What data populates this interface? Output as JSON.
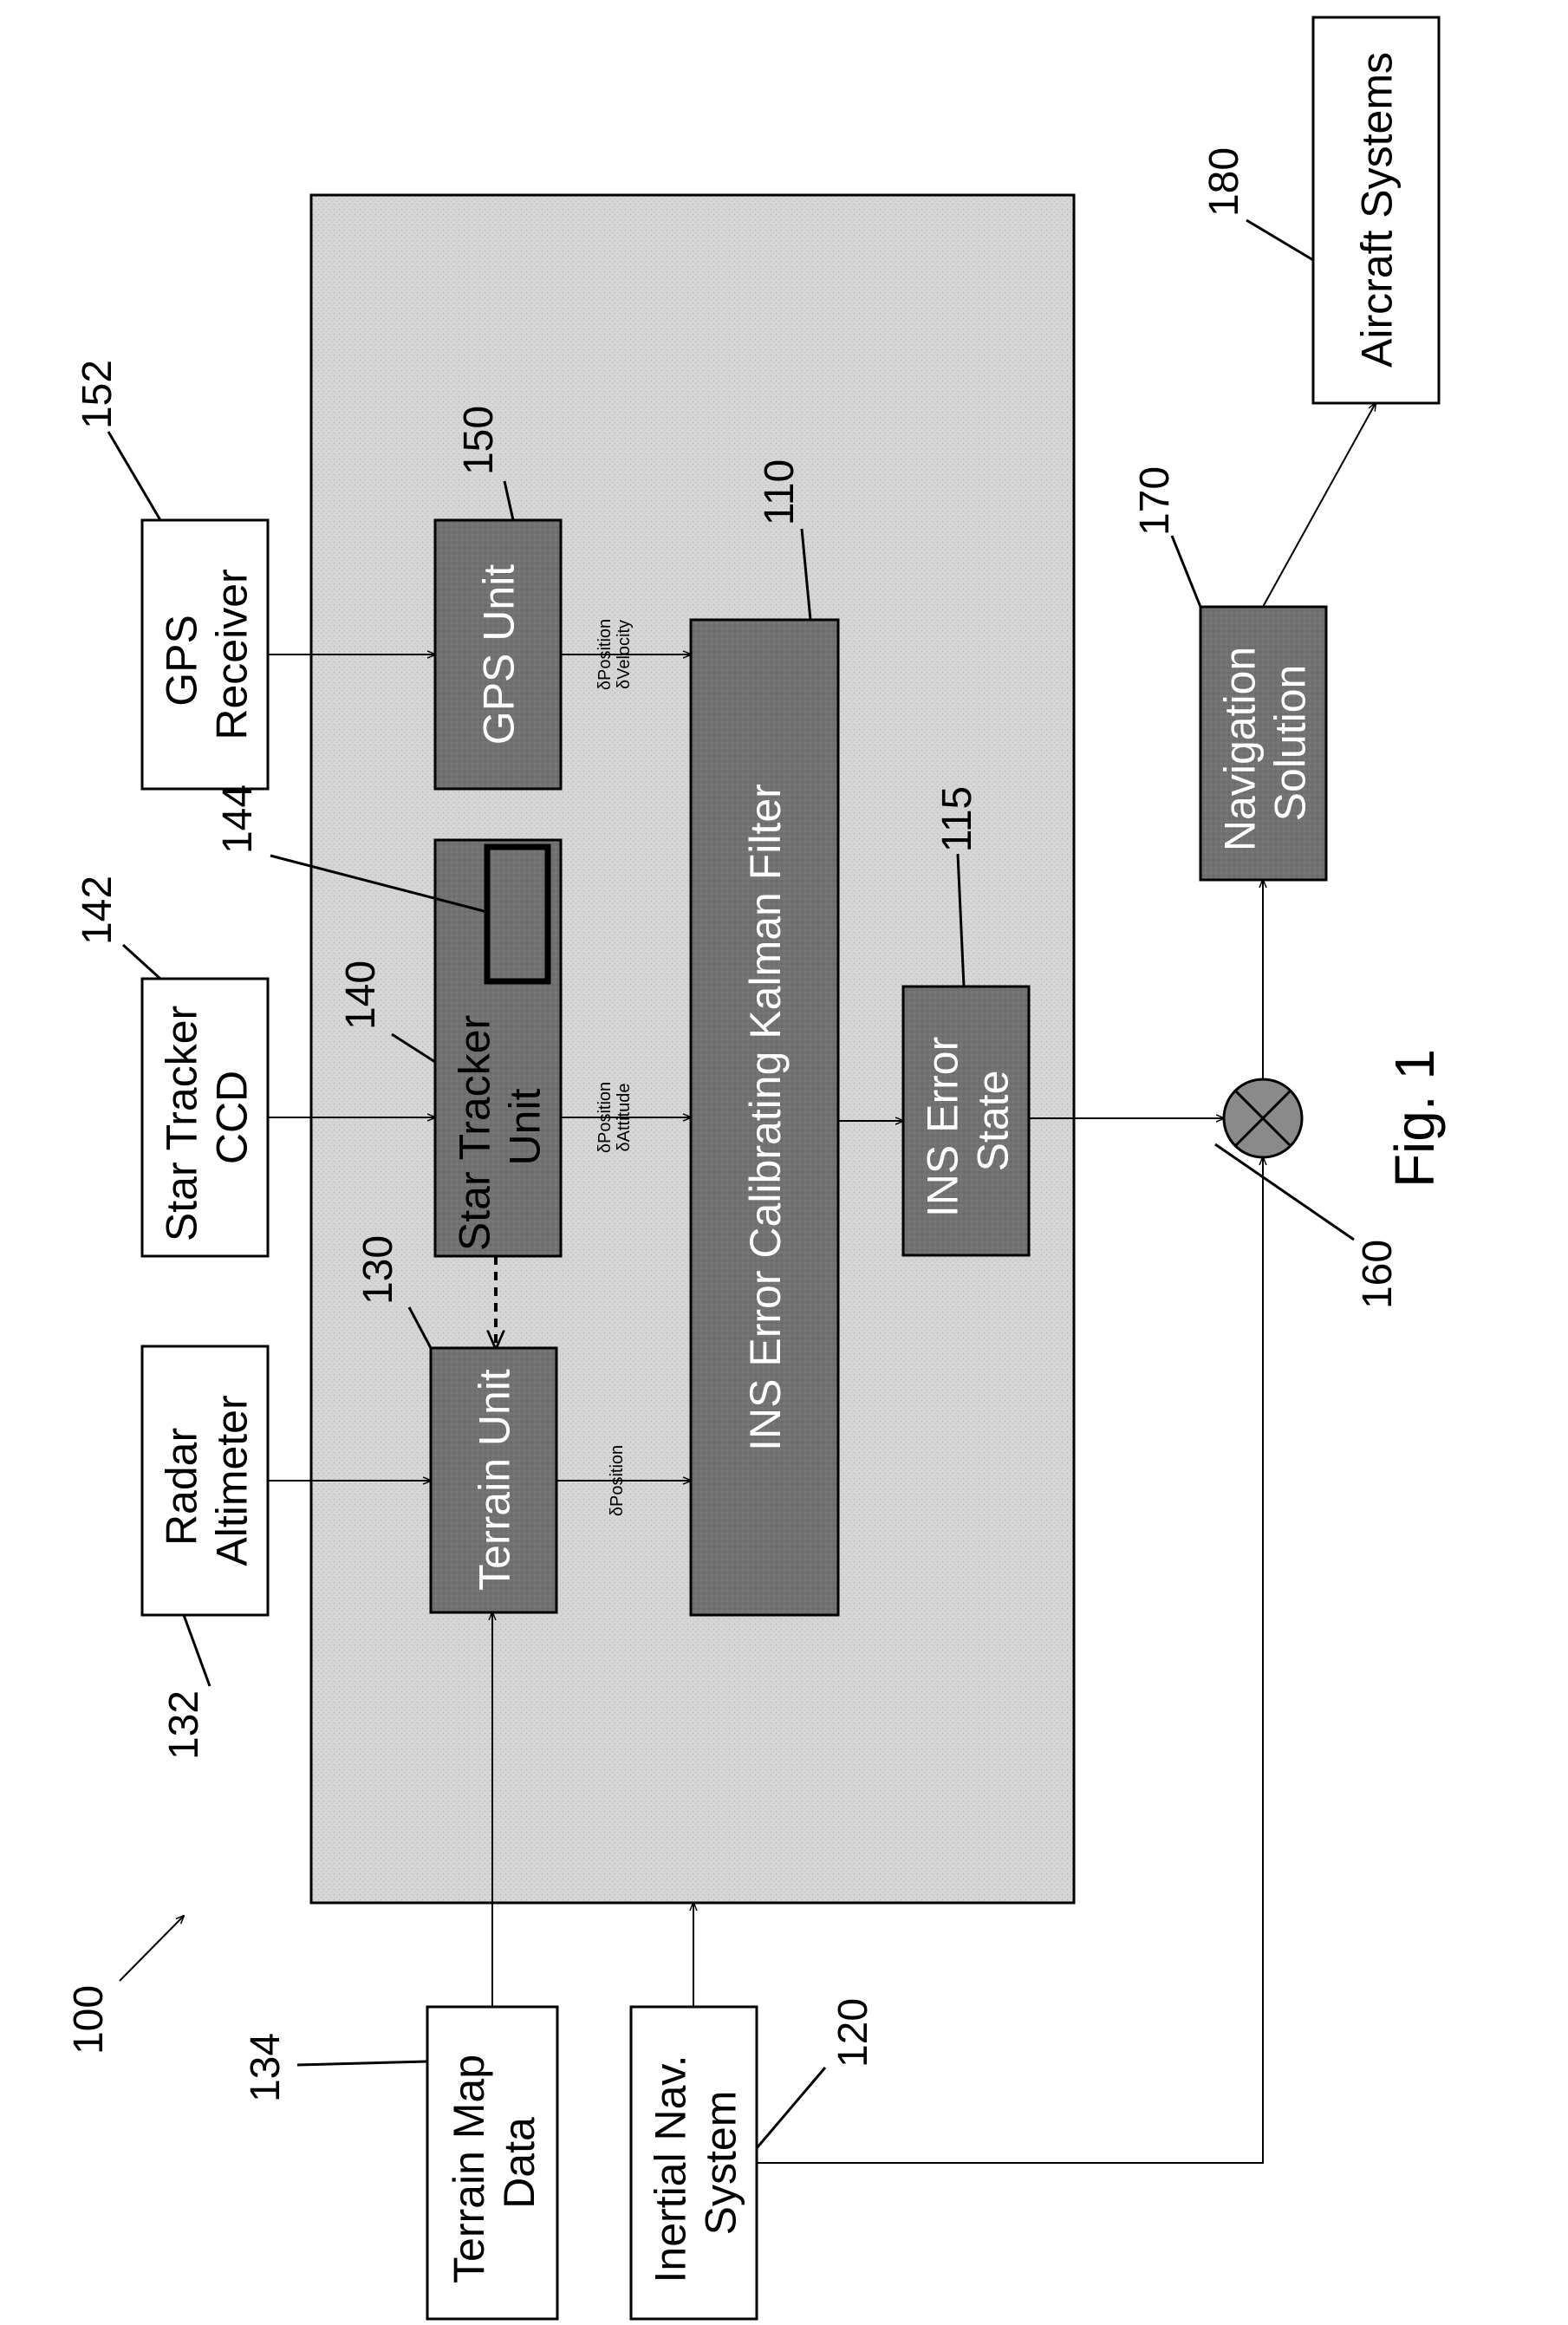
{
  "figure_label": "Fig. 1",
  "refs": {
    "system": "100",
    "kalman": "110",
    "ins_error": "115",
    "inertial": "120",
    "terrain_unit": "130",
    "radar": "132",
    "terrain_map": "134",
    "star_unit": "140",
    "star_ccd": "142",
    "star_inner": "144",
    "gps_unit": "150",
    "gps_receiver": "152",
    "combiner": "160",
    "nav_solution": "170",
    "aircraft": "180"
  },
  "boxes": {
    "radar": [
      "Radar",
      "Altimeter"
    ],
    "star_ccd": [
      "Star Tracker",
      "CCD"
    ],
    "gps_receiver": [
      "GPS",
      "Receiver"
    ],
    "terrain_unit": [
      "Terrain Unit"
    ],
    "star_unit": [
      "Star Tracker",
      "Unit"
    ],
    "gps_unit": [
      "GPS Unit"
    ],
    "kalman": [
      "INS Error Calibrating Kalman Filter"
    ],
    "ins_error": [
      "INS Error",
      "State"
    ],
    "nav_solution": [
      "Navigation",
      "Solution"
    ],
    "aircraft": [
      "Aircraft Systems"
    ],
    "terrain_map": [
      "Terrain Map",
      "Data"
    ],
    "inertial": [
      "Inertial Nav.",
      "System"
    ]
  },
  "signals": {
    "terrain": [
      "δPosition"
    ],
    "star": [
      "δPosition",
      "δAttitude"
    ],
    "gps": [
      "δPosition",
      "δVelocity"
    ]
  },
  "colors": {
    "panel": "#d4d4d4",
    "unit": "#707070",
    "line": "#000000",
    "box": "#ffffff"
  }
}
